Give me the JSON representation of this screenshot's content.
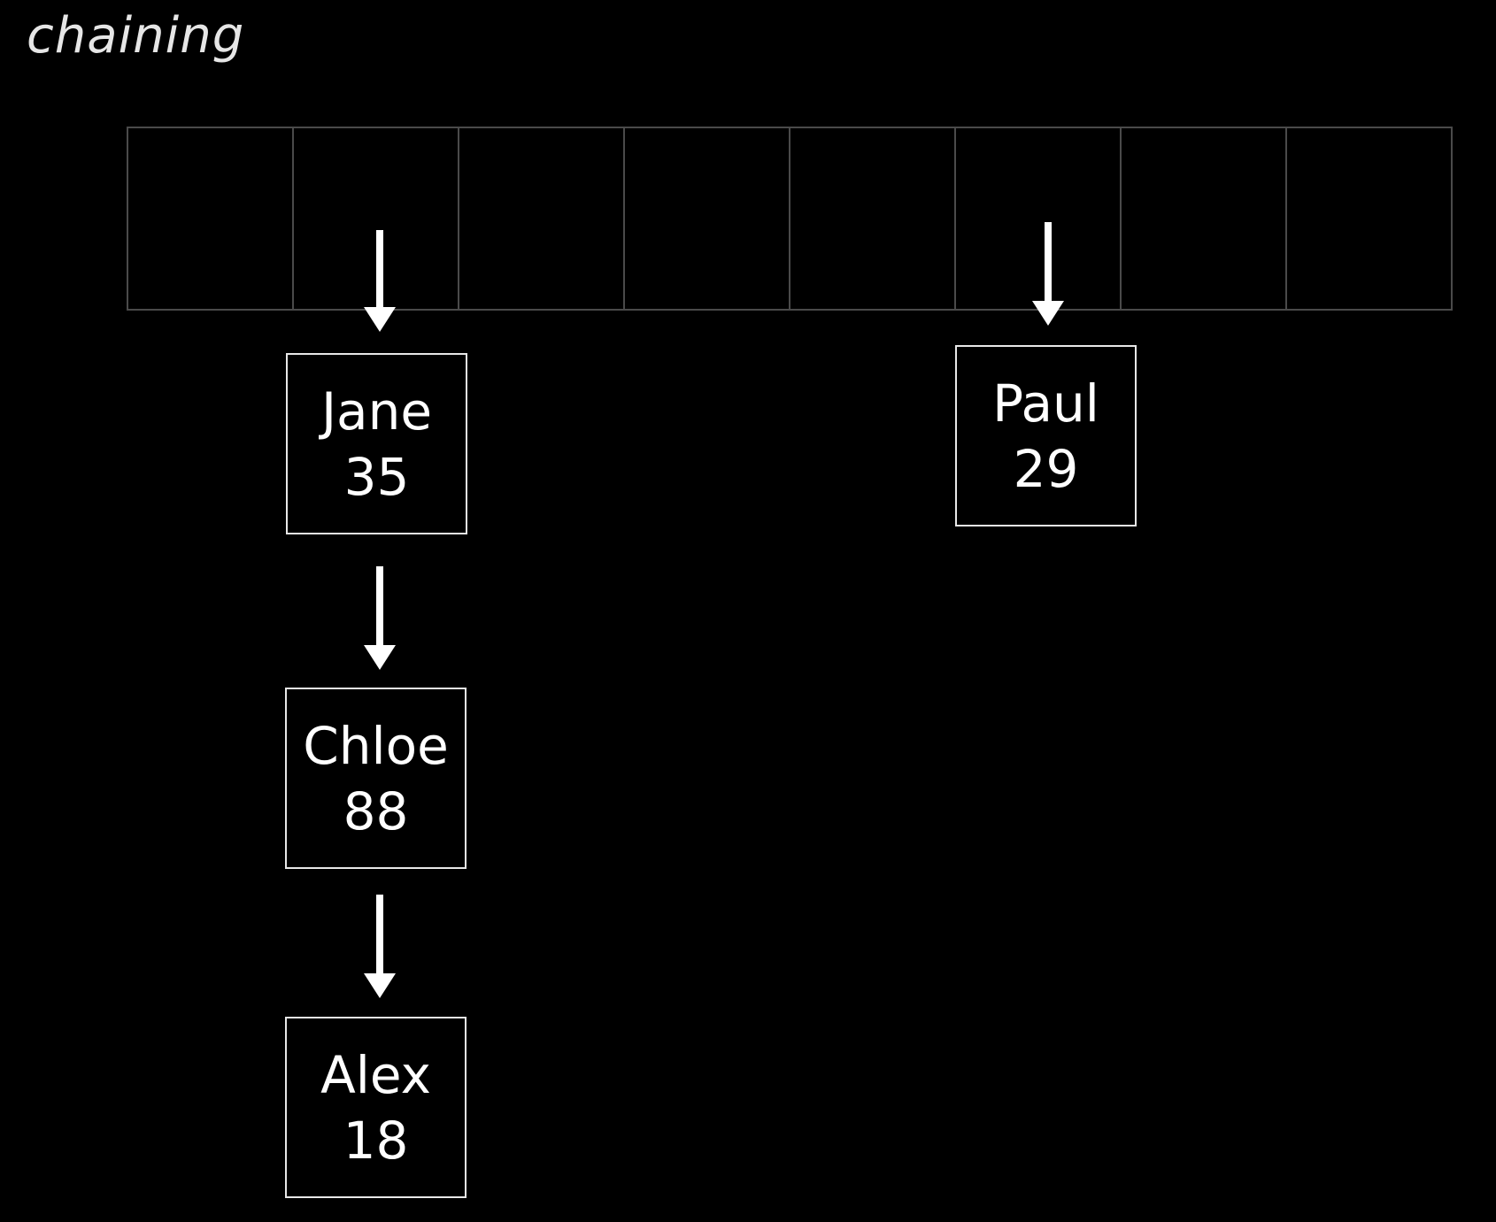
{
  "title": "chaining",
  "table": {
    "bucket_count": 8
  },
  "chains": [
    {
      "bucket_index": 1,
      "nodes": [
        {
          "name": "Jane",
          "value": "35"
        },
        {
          "name": "Chloe",
          "value": "88"
        },
        {
          "name": "Alex",
          "value": "18"
        }
      ]
    },
    {
      "bucket_index": 5,
      "nodes": [
        {
          "name": "Paul",
          "value": "29"
        }
      ]
    }
  ],
  "colors": {
    "background": "#000000",
    "node_border": "#e8e8e8",
    "bucket_border": "#4a4a4a",
    "text": "#ffffff"
  }
}
